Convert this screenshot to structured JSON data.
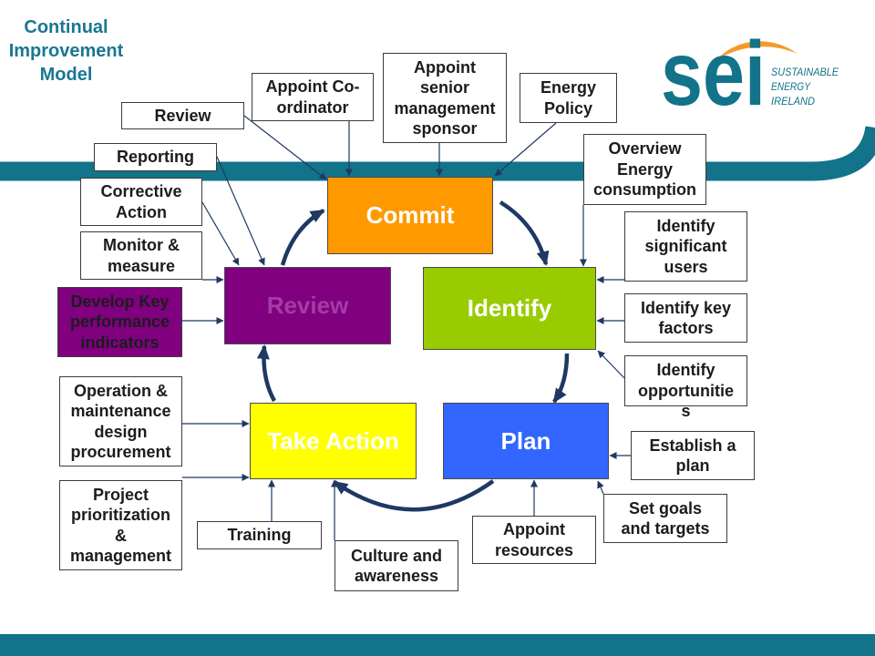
{
  "slide_title": [
    "Continual",
    "Improvement",
    "Model"
  ],
  "logo": {
    "mark": "sei",
    "tagline": [
      "SUSTAINABLE",
      "ENERGY",
      "IRELAND"
    ]
  },
  "cycle": {
    "commit": "Commit",
    "identify": "Identify",
    "plan": "Plan",
    "take_action": "Take Action",
    "review": "Review"
  },
  "inputs": {
    "commit": {
      "appoint_coordinator": [
        "Appoint Co-",
        "ordinator"
      ],
      "appoint_sponsor": [
        "Appoint",
        "senior",
        "management",
        "sponsor"
      ],
      "energy_policy": [
        "Energy",
        "Policy"
      ]
    },
    "identify": {
      "overview_consumption": [
        "Overview",
        "Energy",
        "consumption"
      ],
      "significant_users": [
        "Identify",
        "significant",
        "users"
      ],
      "key_factors": [
        "Identify key",
        "factors"
      ],
      "opportunities": [
        "Identify",
        "opportunitie",
        "s"
      ]
    },
    "plan": {
      "establish_plan": [
        "Establish a",
        "plan"
      ],
      "set_goals": [
        "Set goals",
        "and targets"
      ],
      "appoint_resources": [
        "Appoint",
        "resources"
      ]
    },
    "take_action": {
      "culture_awareness": [
        "Culture and",
        "awareness"
      ],
      "training": [
        "Training"
      ],
      "project_prioritization": [
        "Project",
        "prioritization",
        "&",
        "management"
      ],
      "operation_maintenance": [
        "Operation &",
        "maintenance",
        "design",
        "procurement"
      ]
    },
    "review": {
      "develop_kpis": [
        "Develop Key",
        "performance",
        "indicators"
      ],
      "monitor_measure": [
        "Monitor &",
        "measure"
      ],
      "corrective_action": [
        "Corrective",
        "Action"
      ],
      "reporting": [
        "Reporting"
      ],
      "review": [
        "Review"
      ]
    }
  },
  "colors": {
    "commit": "#FF9900",
    "identify": "#99CC00",
    "plan": "#3366FF",
    "take_action": "#FFFF00",
    "review": "#800080",
    "review_text": "#A53BA5",
    "kpi_box": "#800080",
    "arrows": "#1F3864",
    "band": "#12738A",
    "title": "#1A7793",
    "logo_swoosh": "#F39A2B"
  }
}
